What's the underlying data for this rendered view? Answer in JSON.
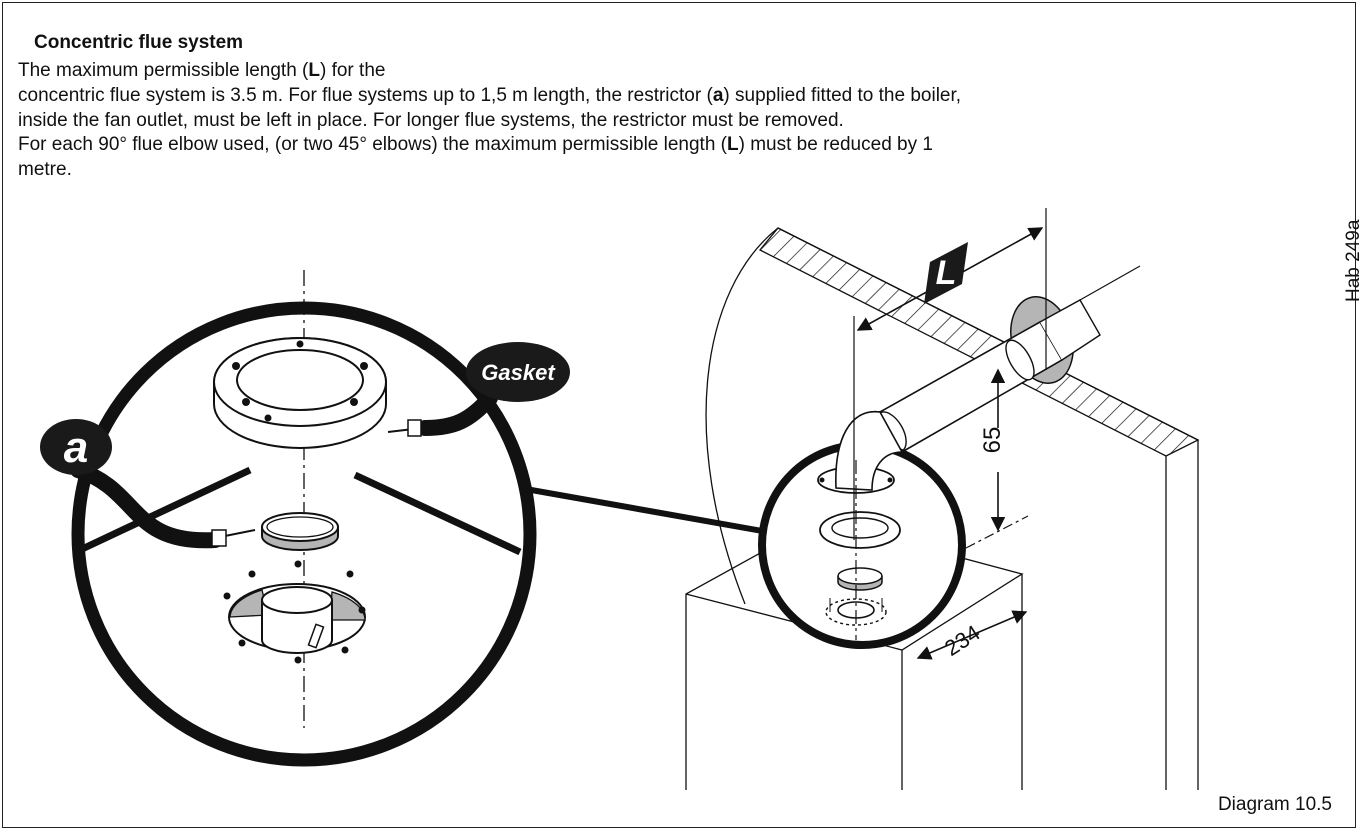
{
  "heading": "Concentric flue system",
  "paragraph_1": {
    "line_1_a": "The maximum permissible length (",
    "line_1_L": "L",
    "line_1_b": ") for the",
    "line_2_a": "concentric flue system is 3.5 m. For flue systems up to 1,5 m length, the restrictor (",
    "line_2_a_bold": "a",
    "line_2_b": ") supplied fitted to the boiler,",
    "line_3": "inside the fan outlet, must be left in place. For longer flue systems, the restrictor must be removed."
  },
  "paragraph_2": {
    "line_1_a": "For each 90° flue elbow used, (or two 45° elbows) the maximum permissible length (",
    "line_1_L": "L",
    "line_1_b": ") must be reduced by 1",
    "line_2": "metre."
  },
  "labels": {
    "a": "a",
    "gasket": "Gasket",
    "L": "L",
    "dim_65": "65",
    "dim_234": "234"
  },
  "side_code": "Hab 249a",
  "diagram_number": "Diagram 10.5",
  "colors": {
    "line": "#111111",
    "grey_fill": "#b5b5b5",
    "label_bg": "#1a1a1a"
  }
}
